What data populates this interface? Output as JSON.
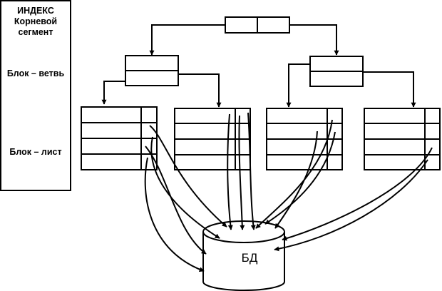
{
  "sidebar": {
    "index_title": "ИНДЕКС",
    "root_segment": "Корневой сегмент",
    "branch_block": "Блок – ветвь",
    "leaf_block": "Блок – лист"
  },
  "database": {
    "label": "БД"
  },
  "colors": {
    "stroke": "#000000",
    "background": "#ffffff"
  }
}
